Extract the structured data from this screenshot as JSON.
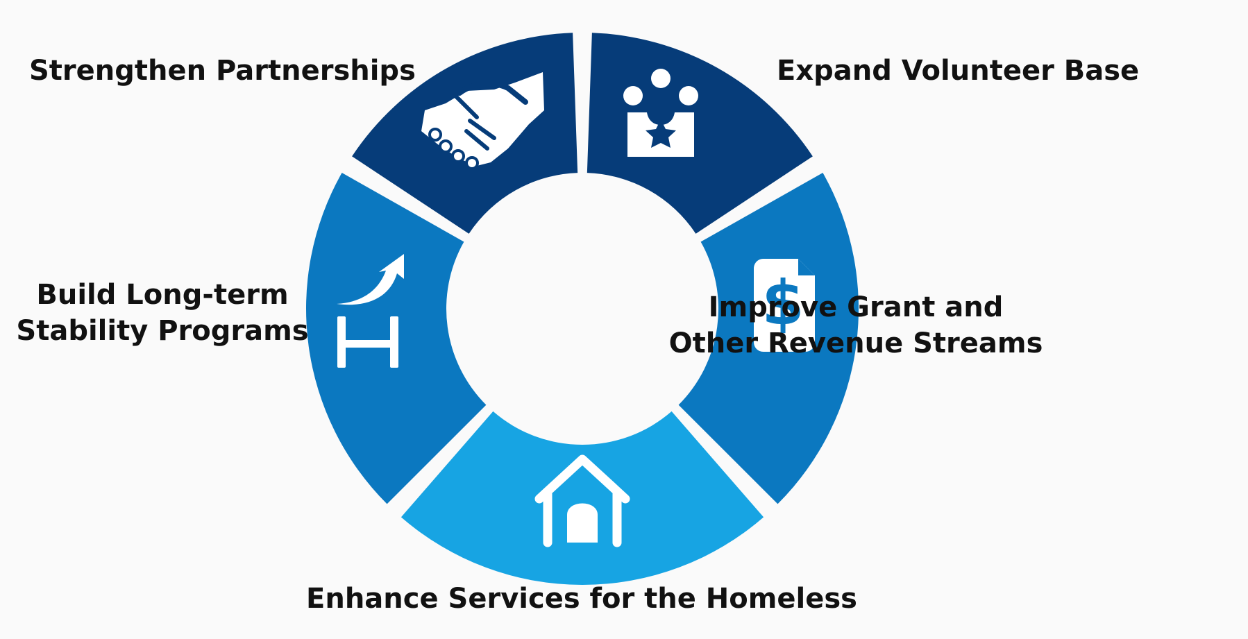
{
  "diagram": {
    "segments": [
      {
        "id": "strengthen-partnerships",
        "lines": [
          "Strengthen Partnerships"
        ],
        "icon": "handshake-icon",
        "color": "#063c79"
      },
      {
        "id": "expand-volunteer-base",
        "lines": [
          "Expand Volunteer Base"
        ],
        "icon": "volunteer-group-star-icon",
        "color": "#063c79"
      },
      {
        "id": "improve-grant-revenue",
        "lines": [
          "Improve Grant and",
          "Other Revenue Streams"
        ],
        "icon": "dollar-document-icon",
        "color": "#0b78c0"
      },
      {
        "id": "enhance-services-homeless",
        "lines": [
          "Enhance Services for the Homeless"
        ],
        "icon": "house-icon",
        "color": "#17a4e3"
      },
      {
        "id": "build-stability-programs",
        "lines": [
          "Build Long-term",
          "Stability Programs"
        ],
        "icon": "growth-arrow-structure-icon",
        "color": "#0b78c0"
      }
    ]
  }
}
